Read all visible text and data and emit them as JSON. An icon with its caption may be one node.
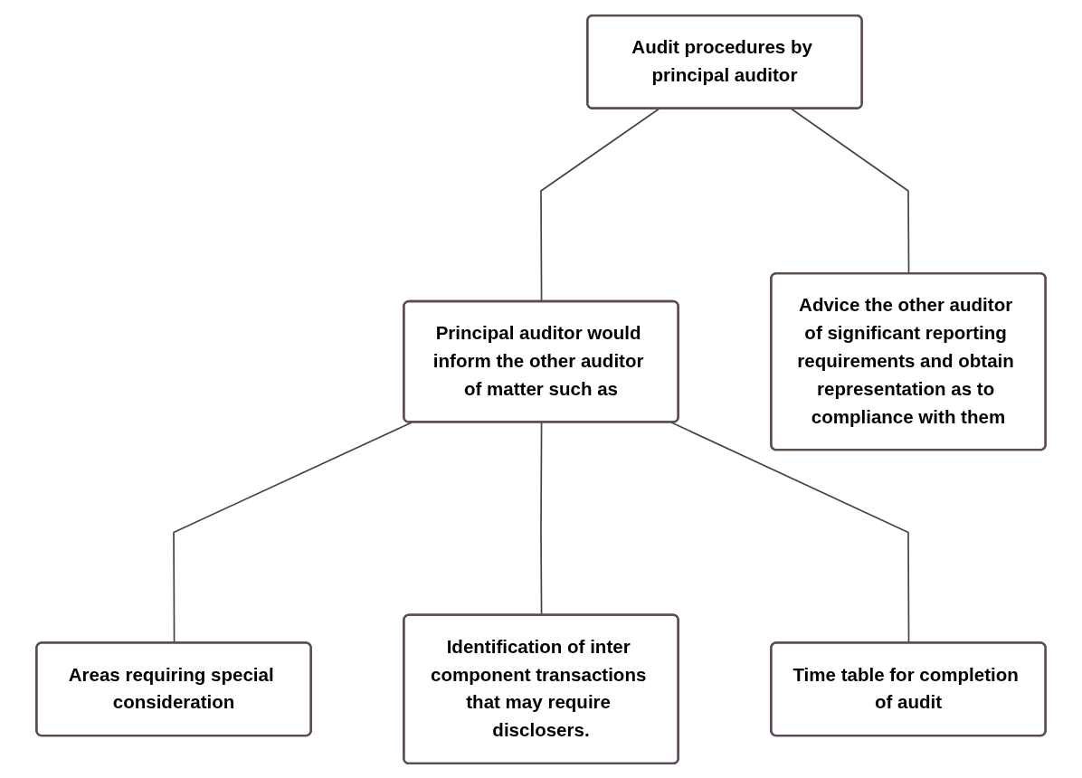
{
  "diagram": {
    "nodes": [
      {
        "text": [
          "Audit procedures by principal auditor"
        ]
      },
      {
        "text": [
          "Principal auditor would inform the other auditor of matter such as"
        ]
      },
      {
        "text": [
          "Advice the other auditor of significant reporting requirements and obtain representation as to compliance with them"
        ]
      },
      {
        "text": [
          "Areas requiring special consideration"
        ]
      },
      {
        "text": [
          "Identification of inter component transactions that may require disclosers."
        ]
      },
      {
        "text": [
          "Time table for completion of audit"
        ]
      }
    ],
    "edges": [
      {
        "from": 0,
        "to": 1,
        "arrow": "none"
      },
      {
        "from": 0,
        "to": 2,
        "arrow": "none"
      },
      {
        "from": 1,
        "to": 3,
        "arrow": "none"
      },
      {
        "from": 1,
        "to": 4,
        "arrow": "none"
      },
      {
        "from": 1,
        "to": 5,
        "arrow": "none"
      }
    ]
  }
}
